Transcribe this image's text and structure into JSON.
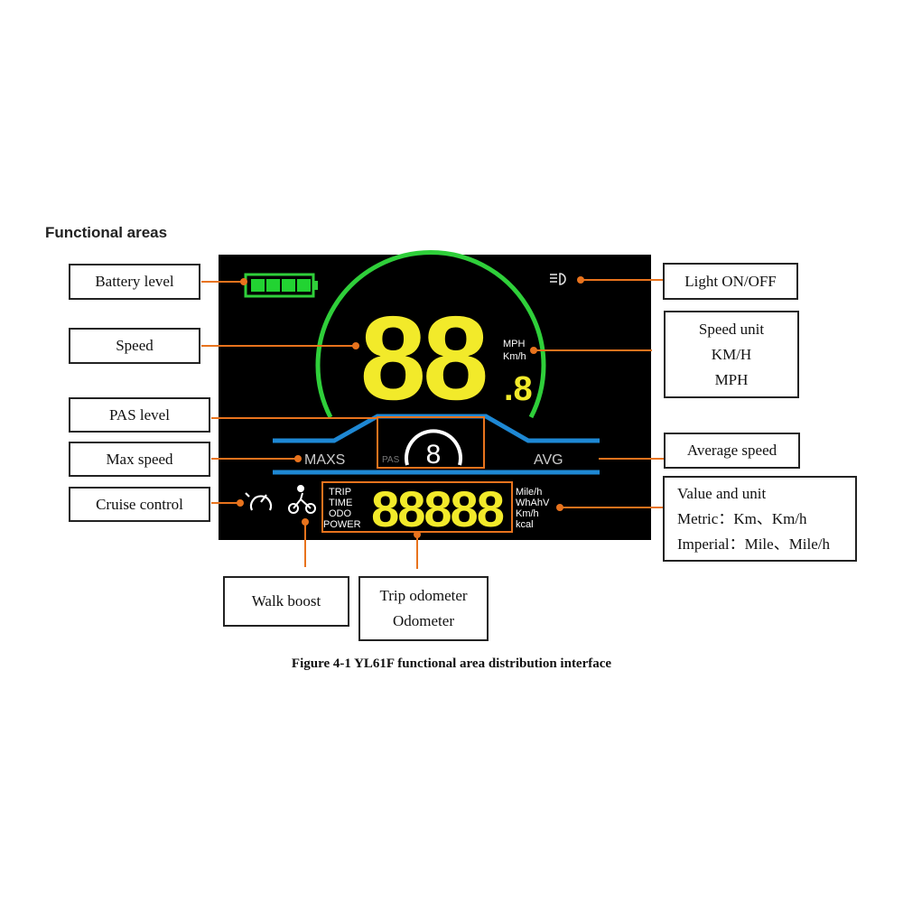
{
  "heading": "Functional areas",
  "caption": "Figure 4-1 YL61F functional area distribution interface",
  "colors": {
    "screen_bg": "#000000",
    "digit_yellow": "#f2ea2a",
    "arc_green": "#2fcf3a",
    "battery_green": "#22d332",
    "lane_blue": "#1e88d4",
    "callout_orange": "#e8731d"
  },
  "display": {
    "speed_digits": "88",
    "speed_decimal": ".8",
    "speed_units": [
      "MPH",
      "Km/h"
    ],
    "pas_label": "PAS",
    "pas_digit": "8",
    "maxs_label": "MAXS",
    "avg_label": "AVG",
    "mode_labels": [
      "TRIP",
      "TIME",
      "ODO",
      "POWER"
    ],
    "odometer_digits": "88888",
    "value_units": [
      "Mile/h",
      "WhAhV",
      "Km/h",
      "kcal"
    ],
    "battery_bars": 4,
    "icons": [
      "battery-icon",
      "headlight-icon",
      "cruise-gauge-icon",
      "walk-boost-bike-icon"
    ]
  },
  "callouts": {
    "battery": "Battery level",
    "speed": "Speed",
    "pas": "PAS level",
    "max_speed": "Max speed",
    "cruise": "Cruise control",
    "walk": "Walk boost",
    "trip_lines": [
      "Trip odometer",
      "Odometer"
    ],
    "light": "Light ON/OFF",
    "speed_unit_lines": [
      "Speed unit",
      "KM/H",
      "MPH"
    ],
    "avg": "Average speed",
    "value_unit_lines": [
      "Value and unit",
      "Metric：Km、Km/h",
      "Imperial：Mile、Mile/h"
    ]
  }
}
